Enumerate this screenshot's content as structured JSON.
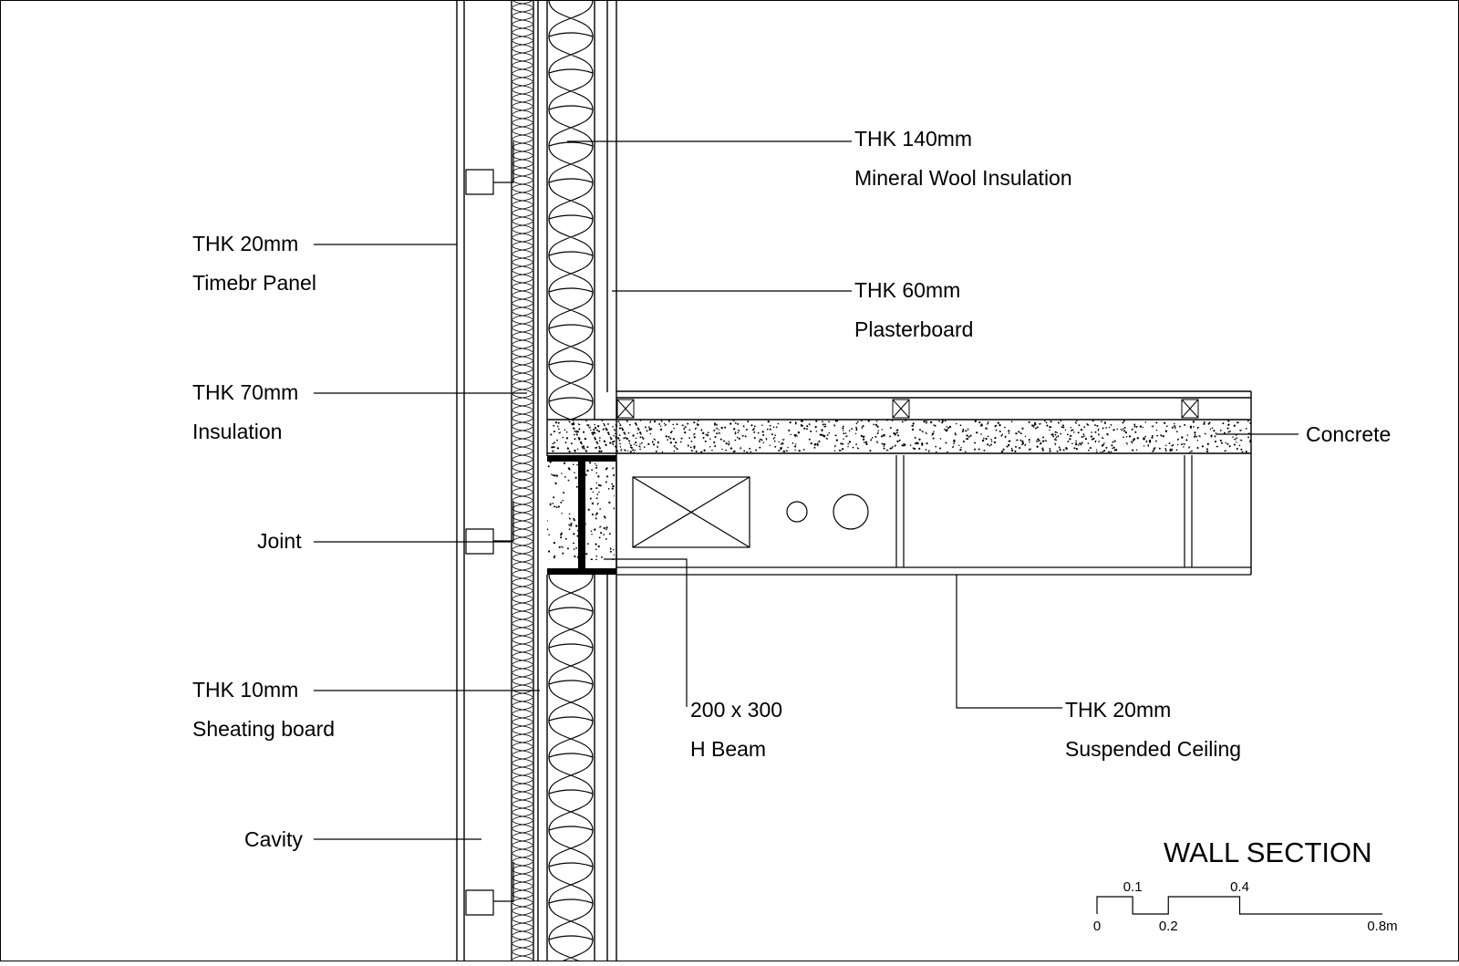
{
  "callouts": {
    "mineral_wool": {
      "thk": "THK 140mm",
      "name": "Mineral Wool Insulation"
    },
    "plasterboard": {
      "thk": "THK 60mm",
      "name": "Plasterboard"
    },
    "timber_panel": {
      "thk": "THK 20mm",
      "name": "Timebr Panel"
    },
    "insulation": {
      "thk": "THK 70mm",
      "name": "Insulation"
    },
    "joint": {
      "name": "Joint"
    },
    "sheathing": {
      "thk": "THK 10mm",
      "name": "Sheating board"
    },
    "cavity": {
      "name": "Cavity"
    },
    "concrete": {
      "name": "Concrete"
    },
    "h_beam": {
      "size": "200 x 300",
      "name": "H Beam"
    },
    "ceiling": {
      "thk": "THK 20mm",
      "name": "Suspended Ceiling"
    }
  },
  "title": "WALL SECTION",
  "scale_bar": {
    "ticks": [
      {
        "label": "0",
        "value": 0
      },
      {
        "label": "0.1",
        "value": 0.1
      },
      {
        "label": "0.2",
        "value": 0.2
      },
      {
        "label": "0.4",
        "value": 0.4
      },
      {
        "label": "0.8m",
        "value": 0.8
      }
    ]
  },
  "colors": {
    "line": "#000000",
    "background": "#ffffff"
  }
}
